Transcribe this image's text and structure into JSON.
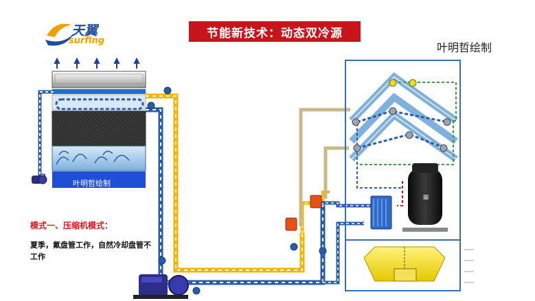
{
  "logo": {
    "name": "天翼",
    "name_en": "surfing"
  },
  "title": "节能新技术：动态双冷源",
  "author": "叶明哲绘制",
  "tower_label": "叶明哲绘制",
  "mode": {
    "title": "模式一、压缩机模式：",
    "description": "夏季，氟盘管工作，自然冷却盘管不工作"
  },
  "colors": {
    "banner": "#c8141c",
    "water_blue": "#2a5caa",
    "water_yellow": "#f5b400",
    "refrigerant_green": "#3aa03a",
    "refrigerant_red": "#e0141c",
    "gas_tan": "#c8b88a",
    "frame": "#3a6ab0"
  }
}
